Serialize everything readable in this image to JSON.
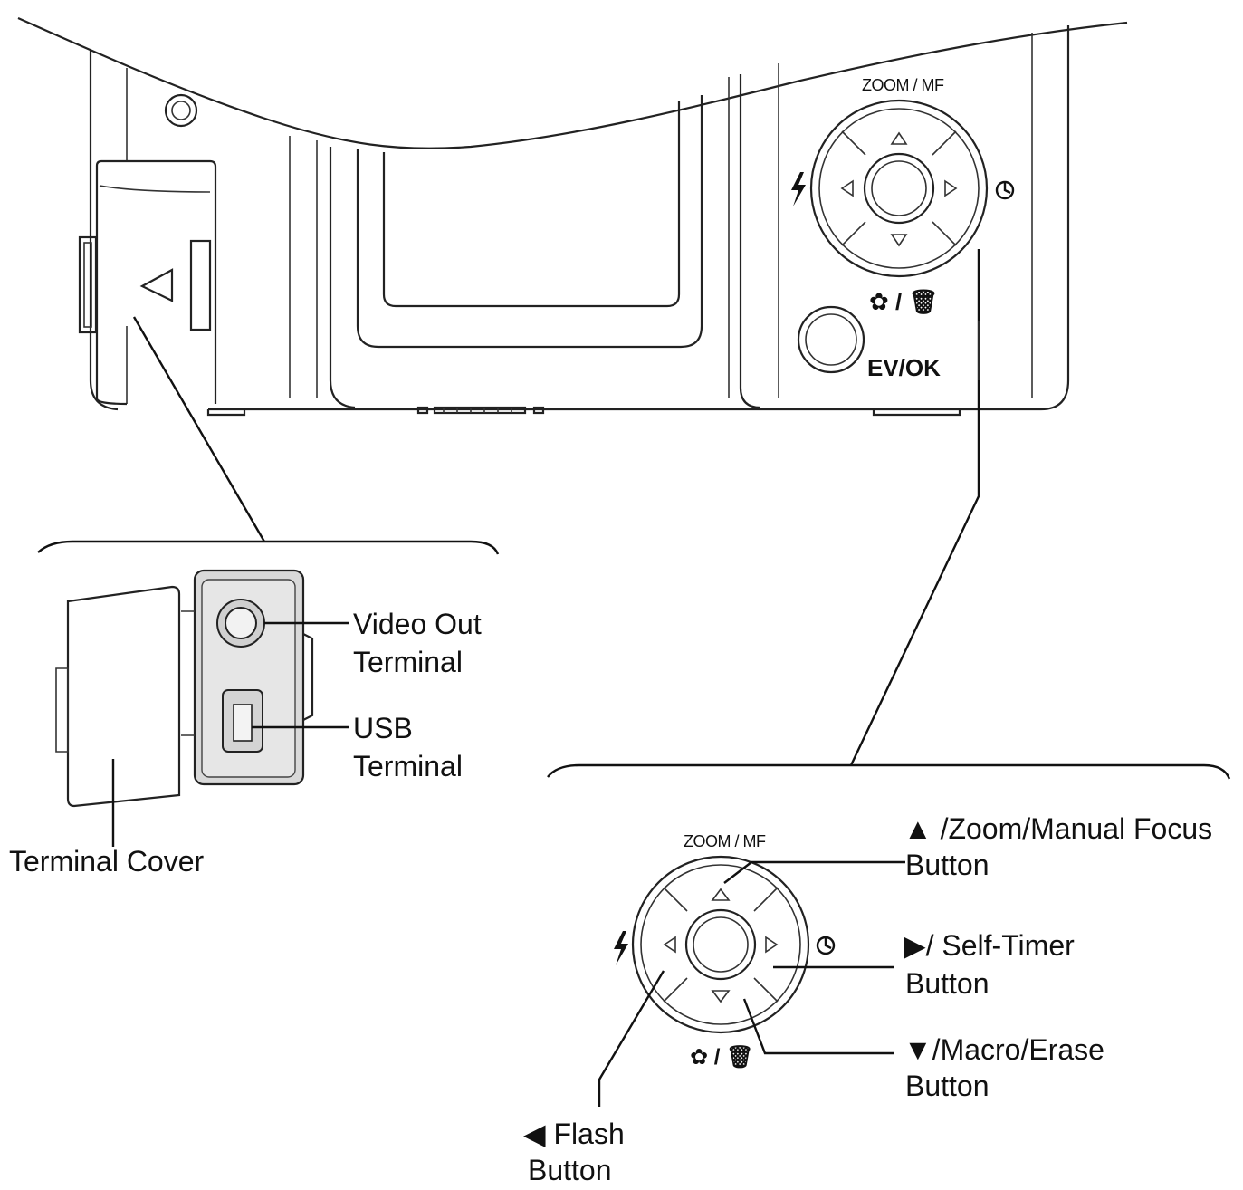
{
  "camera": {
    "dial_top_label": "ZOOM / MF",
    "macro_erase_label": "✿ / 🗑",
    "ev_ok_label": "EV/OK"
  },
  "terminal_panel": {
    "video_out_line1": "Video Out",
    "video_out_line2": "Terminal",
    "usb_line1": "USB",
    "usb_line2": "Terminal",
    "terminal_cover": "Terminal Cover"
  },
  "dial_panel": {
    "dial_top_label": "ZOOM / MF",
    "macro_erase_label": "✿ / 🗑",
    "zoom_line1": "▲  /Zoom/Manual Focus",
    "zoom_line2": "Button",
    "self_timer_line1": "▶/ Self-Timer",
    "self_timer_line2": "Button",
    "macro_line1": "▼/Macro/Erase",
    "macro_line2": "Button",
    "flash_line1": "◀  Flash",
    "flash_line2": "Button"
  },
  "icons": {
    "flash": "flash-icon",
    "self_timer": "self-timer-icon",
    "macro": "macro-icon",
    "erase": "trash-icon"
  }
}
